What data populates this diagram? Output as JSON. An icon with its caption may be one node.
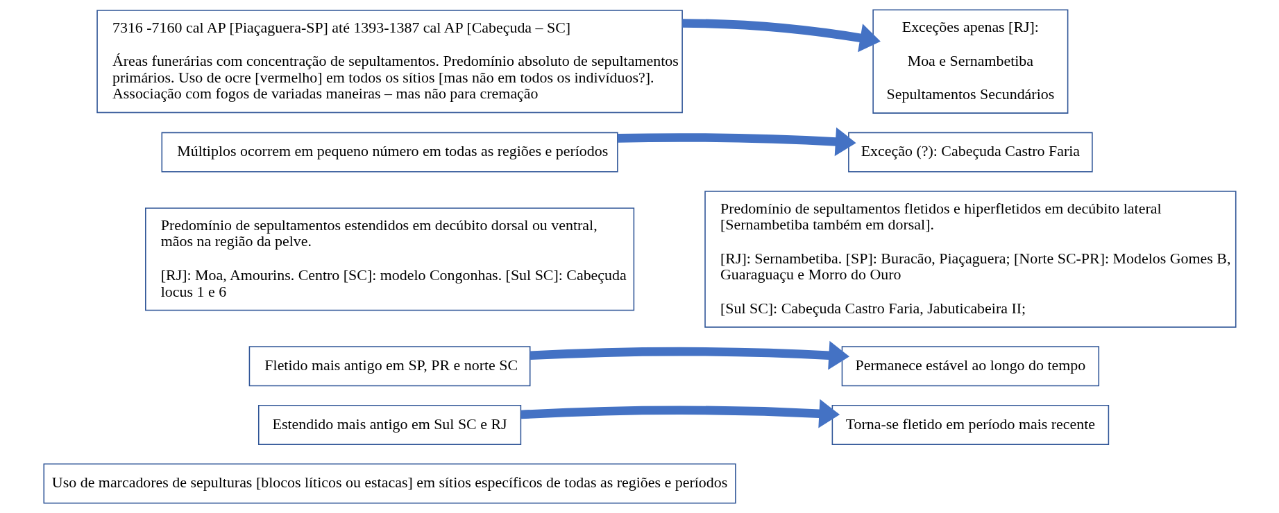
{
  "diagram": {
    "nodes": [
      {
        "text": [
          "7316 -7160 cal AP [Piaçaguera-SP] até 1393-1387 cal AP [Cabeçuda – SC]",
          "Áreas funerárias com concentração de sepultamentos. Predomínio absoluto de sepultamentos primários. Uso de ocre [vermelho] em todos os sítios [mas não em todos os indivíduos?]. Associação com fogos de variadas maneiras – mas não para cremação"
        ]
      },
      {
        "text": [
          "Exceções apenas [RJ]:",
          "Moa e Sernambetiba",
          "Sepultamentos Secundários"
        ]
      },
      {
        "text": [
          "Múltiplos ocorrem em pequeno número em todas as regiões e períodos"
        ]
      },
      {
        "text": [
          "Exceção (?): Cabeçuda Castro Faria"
        ]
      },
      {
        "text": [
          "Predomínio de sepultamentos estendidos em decúbito dorsal ou ventral, mãos na região da pelve.",
          "[RJ]: Moa, Amourins. Centro [SC]: modelo Congonhas. [Sul SC]: Cabeçuda locus 1 e 6"
        ]
      },
      {
        "text": [
          "Predomínio de sepultamentos fletidos e hiperfletidos em decúbito lateral [Sernambetiba também em dorsal].",
          "[RJ]: Sernambetiba. [SP]: Buracão, Piaçaguera; [Norte SC-PR]: Modelos Gomes B, Guaraguaçu e Morro do Ouro",
          "[Sul SC]: Cabeçuda Castro Faria, Jabuticabeira II;"
        ]
      },
      {
        "text": [
          "Fletido mais antigo em SP, PR e norte SC"
        ]
      },
      {
        "text": [
          "Permanece estável ao longo do tempo"
        ]
      },
      {
        "text": [
          "Estendido mais antigo em Sul SC e RJ"
        ]
      },
      {
        "text": [
          "Torna-se fletido em período mais recente"
        ]
      },
      {
        "text": [
          "Uso de marcadores de sepulturas [blocos líticos ou estacas] em sítios específicos de todas as regiões e períodos"
        ]
      }
    ],
    "edges": [
      {
        "from": 0,
        "to": 1,
        "arrow": "to"
      },
      {
        "from": 2,
        "to": 3,
        "arrow": "to"
      },
      {
        "from": 6,
        "to": 7,
        "arrow": "to"
      },
      {
        "from": 8,
        "to": 9,
        "arrow": "to"
      }
    ]
  }
}
